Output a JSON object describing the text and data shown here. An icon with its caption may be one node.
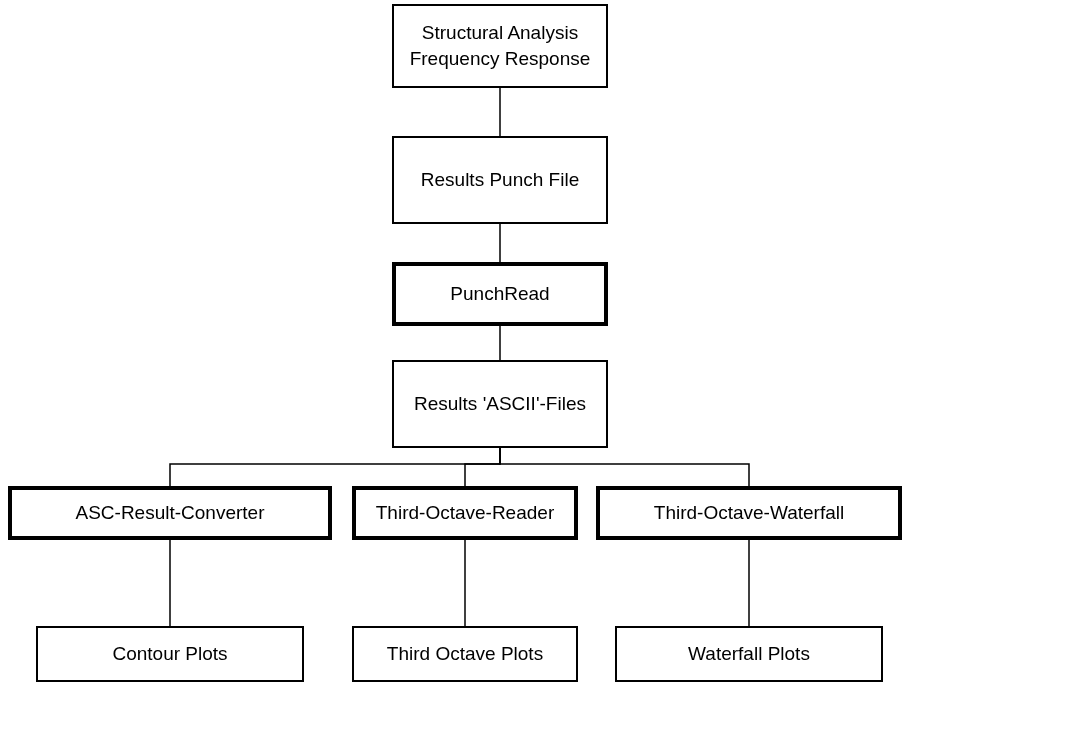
{
  "diagram": {
    "nodes": [
      {
        "text": [
          "Structural Analysis Frequency Response"
        ]
      },
      {
        "text": [
          "Results Punch File"
        ]
      },
      {
        "text": [
          "PunchRead"
        ]
      },
      {
        "text": [
          "Results 'ASCII'-Files"
        ]
      },
      {
        "text": [
          "ASC-Result-Converter"
        ]
      },
      {
        "text": [
          "Third-Octave-Reader"
        ]
      },
      {
        "text": [
          "Third-Octave-Waterfall"
        ]
      },
      {
        "text": [
          "Contour Plots"
        ]
      },
      {
        "text": [
          "Third Octave Plots"
        ]
      },
      {
        "text": [
          "Waterfall Plots"
        ]
      }
    ],
    "edges": [
      {
        "from": 0,
        "to": 1,
        "arrow": "none"
      },
      {
        "from": 1,
        "to": 2,
        "arrow": "none"
      },
      {
        "from": 2,
        "to": 3,
        "arrow": "none"
      },
      {
        "from": 3,
        "to": 4,
        "arrow": "none"
      },
      {
        "from": 3,
        "to": 5,
        "arrow": "none"
      },
      {
        "from": 3,
        "to": 6,
        "arrow": "none"
      },
      {
        "from": 4,
        "to": 7,
        "arrow": "none"
      },
      {
        "from": 5,
        "to": 8,
        "arrow": "none"
      },
      {
        "from": 6,
        "to": 9,
        "arrow": "none"
      }
    ]
  }
}
